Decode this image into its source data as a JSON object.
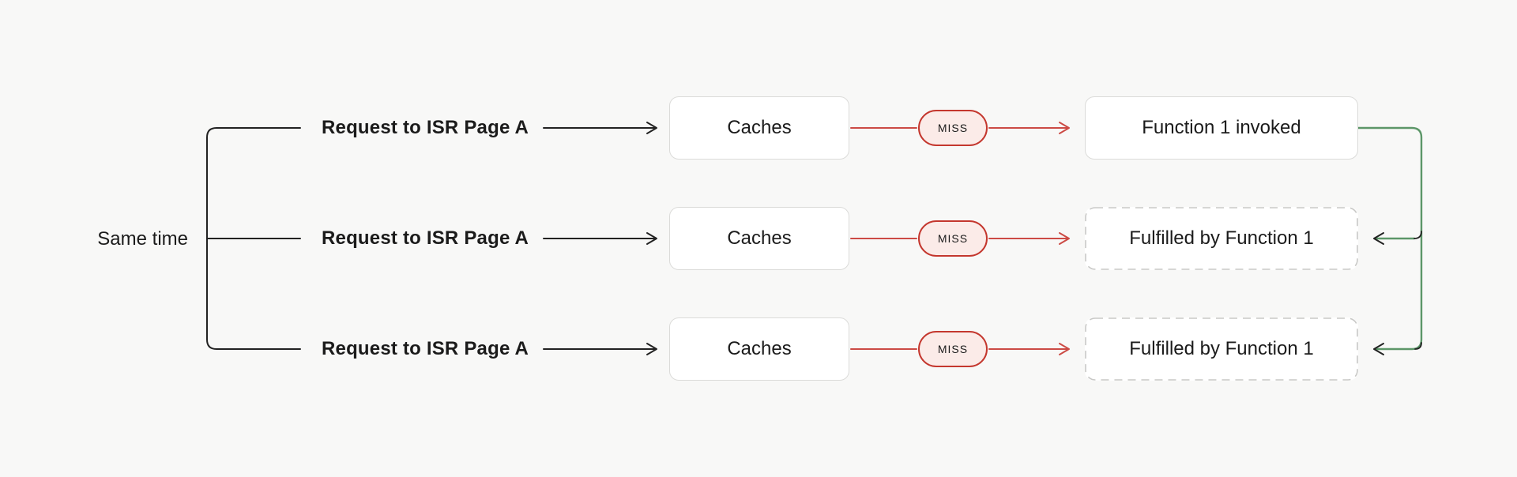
{
  "colors": {
    "bg": "#f8f8f7",
    "ink": "#222222",
    "box_border": "#dbdbd9",
    "dashed_border": "#c8c8c6",
    "box_fill": "#ffffff",
    "red": "#cc4b45",
    "red_dark": "#c4372e",
    "red_fill": "#fbebe8",
    "green": "#5c9668"
  },
  "bracket": {
    "label": "Same time"
  },
  "rows": [
    {
      "request": "Request to ISR Page A",
      "cache": "Caches",
      "status": "MISS",
      "result": "Function 1 invoked",
      "result_style": "solid"
    },
    {
      "request": "Request to ISR Page A",
      "cache": "Caches",
      "status": "MISS",
      "result": "Fulfilled by Function 1",
      "result_style": "dashed"
    },
    {
      "request": "Request to ISR Page A",
      "cache": "Caches",
      "status": "MISS",
      "result": "Fulfilled by Function 1",
      "result_style": "dashed"
    }
  ]
}
